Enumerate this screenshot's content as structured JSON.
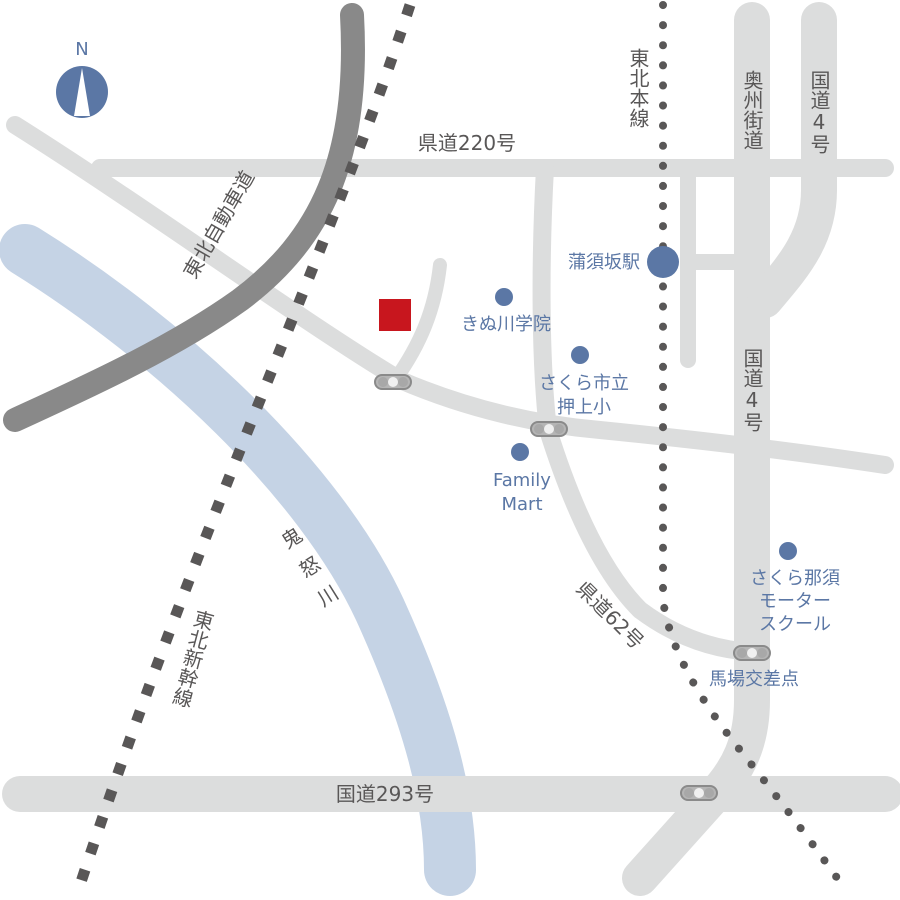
{
  "map": {
    "title": "",
    "colors": {
      "road": "#dcdddd",
      "expressway": "#898989",
      "river": "#c5d3e5",
      "railway": "#595757",
      "poi": "#5b77a5",
      "destination": "#c8161e",
      "label": "#595757"
    },
    "compass": {
      "label": "N",
      "icon": "north-arrow-icon"
    },
    "roads": {
      "prefectural_220": "県道220号",
      "prefectural_62": "県道62号",
      "national_293": "国道293号",
      "national_4_top": "国道4号",
      "national_4_mid": "国道4号",
      "oshu_kaido": "奥州街道",
      "tohoku_expressway": "東北自動車道"
    },
    "railways": {
      "tohoku_main_line": "東北本線",
      "tohoku_shinkansen": "東北新幹線"
    },
    "river": {
      "name": "鬼怒川"
    },
    "pois": [
      {
        "name": "蒲須坂駅",
        "type": "station"
      },
      {
        "name": "きぬ川学院",
        "type": "school"
      },
      {
        "name": "さくら市立",
        "name2": "押上小",
        "type": "school"
      },
      {
        "name": "Family",
        "name2": "Mart",
        "type": "store"
      },
      {
        "name": "さくら那須",
        "name2": "モーター",
        "name3": "スクール",
        "type": "school"
      }
    ],
    "intersections": [
      {
        "name": "馬場交差点"
      }
    ],
    "destination": {
      "marker": "red-square"
    }
  }
}
